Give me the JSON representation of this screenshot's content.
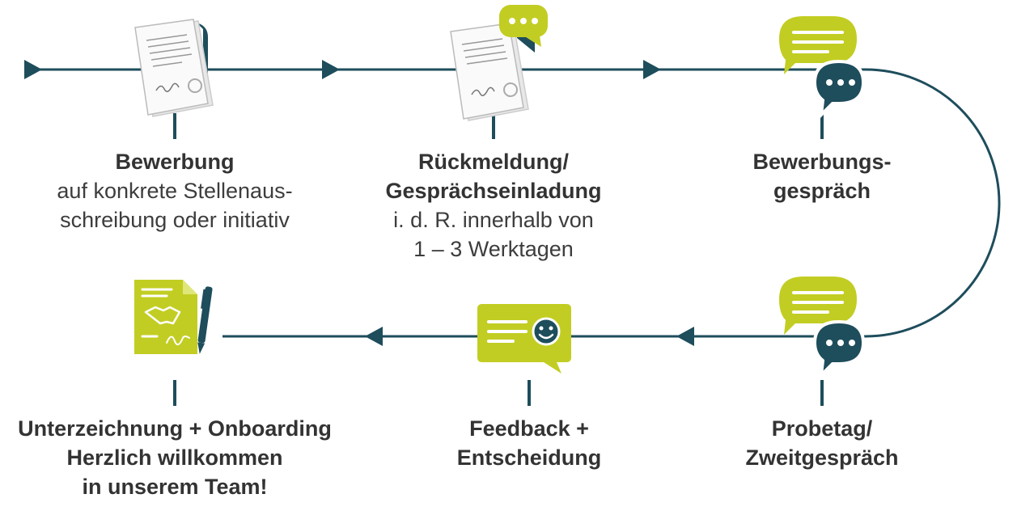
{
  "colors": {
    "line": "#1e4d5c",
    "accent": "#c2cd23",
    "bubble_dark": "#1e4d5c",
    "text": "#333333",
    "paper": "#f2f2f2"
  },
  "steps": [
    {
      "title_lines": [
        "Bewerbung"
      ],
      "desc_lines": [
        "auf konkrete Stellenaus-",
        "schreibung oder initiativ"
      ],
      "icon": "application-document-icon"
    },
    {
      "title_lines": [
        "Rückmeldung/",
        "Gesprächseinladung"
      ],
      "desc_lines": [
        "i. d. R. innerhalb von",
        "1 – 3 Werktagen"
      ],
      "icon": "document-with-chat-bubble-icon"
    },
    {
      "title_lines": [
        "Bewerbungs-",
        "gespräch"
      ],
      "desc_lines": [],
      "icon": "conversation-bubbles-icon"
    },
    {
      "title_lines": [
        "Probetag/",
        "Zweitgespräch"
      ],
      "desc_lines": [],
      "icon": "conversation-bubbles-icon"
    },
    {
      "title_lines": [
        "Feedback +",
        "Entscheidung"
      ],
      "desc_lines": [],
      "icon": "feedback-smiley-bubble-icon"
    },
    {
      "title_lines": [
        "Unterzeichnung + Onboarding",
        "Herzlich willkommen",
        "in unserem Team!"
      ],
      "desc_lines": [],
      "icon": "signed-contract-handshake-icon"
    }
  ]
}
